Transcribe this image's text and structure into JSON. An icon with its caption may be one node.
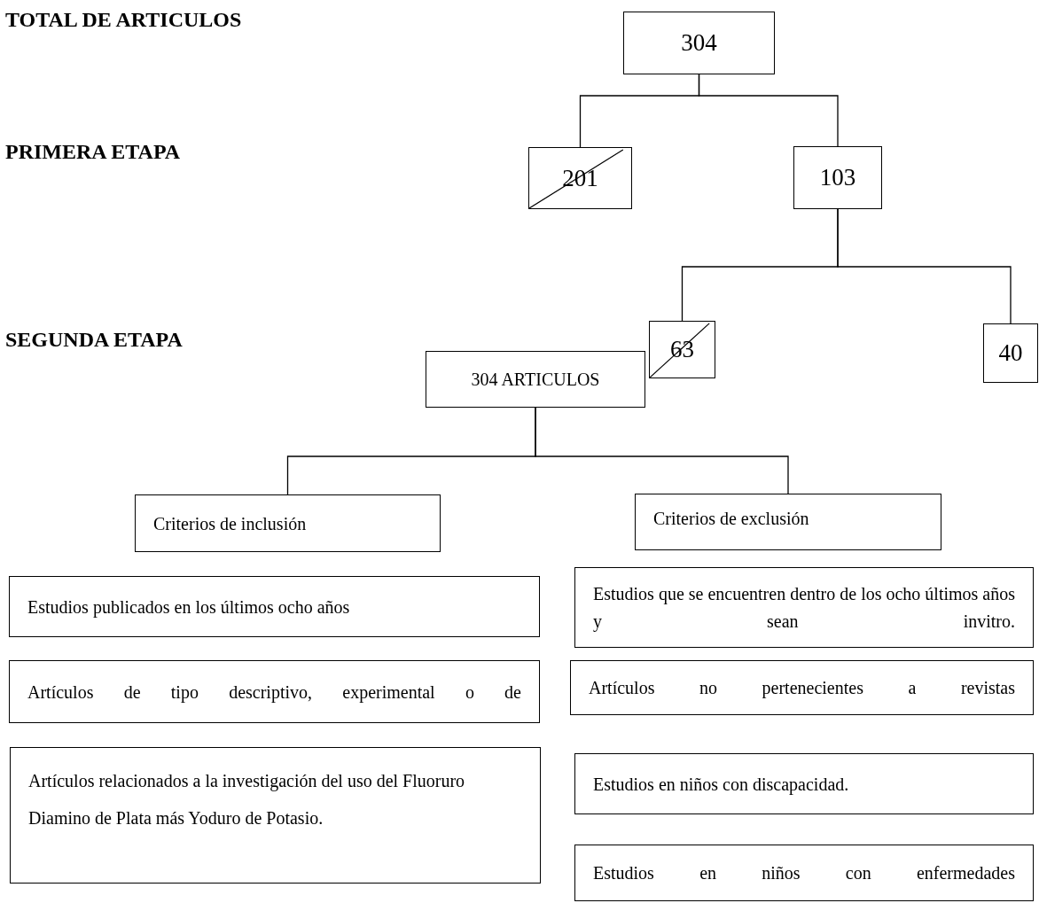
{
  "diagram": {
    "nodes": [
      {
        "text": [
          "304"
        ]
      },
      {
        "text": [
          "201"
        ]
      },
      {
        "text": [
          "103"
        ]
      },
      {
        "text": [
          "63"
        ]
      },
      {
        "text": [
          "40"
        ]
      },
      {
        "text": [
          "304 ARTICULOS"
        ]
      },
      {
        "text": [
          "Criterios de inclusión"
        ]
      },
      {
        "text": [
          "Criterios de exclusión"
        ]
      },
      {
        "text": [
          "Estudios publicados en los últimos ocho años"
        ]
      },
      {
        "text": [
          "Estudios que se encuentren dentro de los ocho últimos años y sean invitro."
        ]
      },
      {
        "text": [
          "Artículos de tipo descriptivo, experimental o de"
        ]
      },
      {
        "text": [
          "Artículos no pertenecientes a revistas"
        ]
      },
      {
        "text": [
          "Artículos relacionados a la investigación del uso del Fluoruro Diamino de Plata más Yoduro de Potasio."
        ]
      },
      {
        "text": [
          "Estudios en niños con discapacidad."
        ]
      },
      {
        "text": [
          "Estudios en niños con enfermedades"
        ]
      }
    ],
    "edges": [
      {
        "from": 0,
        "to": 1,
        "arrow": "none"
      },
      {
        "from": 0,
        "to": 2,
        "arrow": "none"
      },
      {
        "from": 2,
        "to": 3,
        "arrow": "none"
      },
      {
        "from": 2,
        "to": 4,
        "arrow": "none"
      },
      {
        "from": 5,
        "to": 6,
        "arrow": "none"
      },
      {
        "from": 5,
        "to": 7,
        "arrow": "none"
      }
    ],
    "labels": [
      "TOTAL DE ARTICULOS",
      "PRIMERA ETAPA",
      "SEGUNDA ETAPA"
    ]
  }
}
